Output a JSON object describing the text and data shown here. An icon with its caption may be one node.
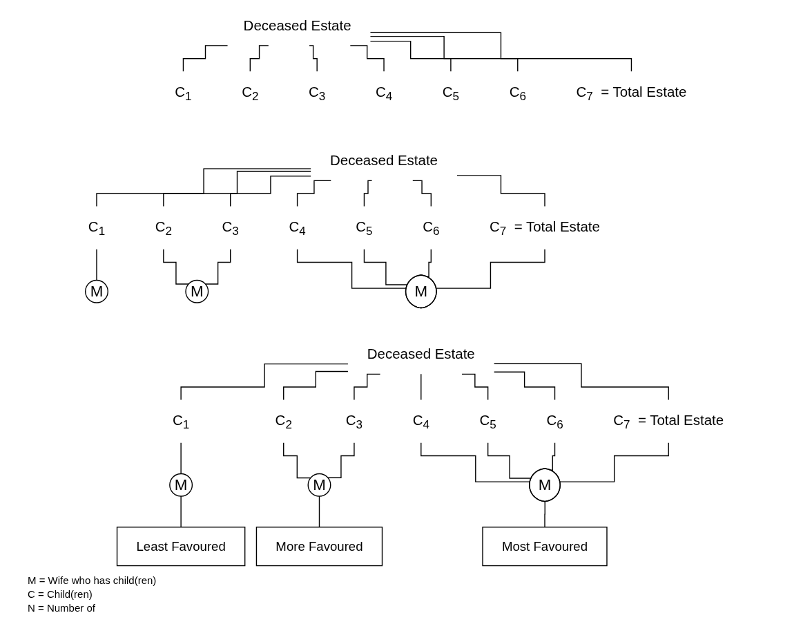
{
  "diagram": {
    "nodes": [
      {
        "text": [
          "Deceased Estate"
        ]
      },
      {
        "text": [
          "C$_{1}$"
        ]
      },
      {
        "text": [
          "C$_{2}$"
        ]
      },
      {
        "text": [
          "C$_{3}$"
        ]
      },
      {
        "text": [
          "C$_{4}$"
        ]
      },
      {
        "text": [
          "C$_{5}$"
        ]
      },
      {
        "text": [
          "C$_{6}$"
        ]
      },
      {
        "text": [
          "C$_{7}$"
        ],
        "beside": [
          "= Total Estate"
        ]
      },
      {
        "text": [
          "Deceased Estate"
        ]
      },
      {
        "text": [
          "C$_{1}$"
        ]
      },
      {
        "text": [
          "C$_{2}$"
        ]
      },
      {
        "text": [
          "C$_{3}$"
        ]
      },
      {
        "text": [
          "C$_{4}$"
        ]
      },
      {
        "text": [
          "C$_{5}$"
        ]
      },
      {
        "text": [
          "C$_{6}$"
        ]
      },
      {
        "text": [
          "C$_{7}$"
        ],
        "beside": [
          "= Total Estate"
        ]
      },
      {
        "text": [
          "M"
        ]
      },
      {
        "text": [
          "M"
        ]
      },
      {
        "text": [
          "M"
        ]
      },
      {
        "text": [
          "Deceased Estate"
        ]
      },
      {
        "text": [
          "C$_{1}$"
        ]
      },
      {
        "text": [
          "C$_{2}$"
        ]
      },
      {
        "text": [
          "C$_{3}$"
        ]
      },
      {
        "text": [
          "C$_{4}$"
        ]
      },
      {
        "text": [
          "C$_{5}$"
        ]
      },
      {
        "text": [
          "C$_{6}$"
        ]
      },
      {
        "text": [
          "C$_{7}$"
        ],
        "beside": [
          "= Total Estate"
        ]
      },
      {
        "text": [
          "M"
        ]
      },
      {
        "text": [
          "M"
        ]
      },
      {
        "text": [
          "M"
        ]
      },
      {
        "text": [
          "Least Favoured"
        ]
      },
      {
        "text": [
          "More Favoured"
        ]
      },
      {
        "text": [
          "Most Favoured"
        ]
      }
    ],
    "edges": [
      {
        "from": 0,
        "to": 1,
        "arrow": "none"
      },
      {
        "from": 0,
        "to": 2,
        "arrow": "none"
      },
      {
        "from": 0,
        "to": 3,
        "arrow": "none"
      },
      {
        "from": 0,
        "to": 4,
        "arrow": "none"
      },
      {
        "from": 0,
        "to": 5,
        "arrow": "none"
      },
      {
        "from": 0,
        "to": 6,
        "arrow": "none"
      },
      {
        "from": 0,
        "to": 7,
        "arrow": "none"
      },
      {
        "from": 8,
        "to": 9,
        "arrow": "none"
      },
      {
        "from": 8,
        "to": 10,
        "arrow": "none"
      },
      {
        "from": 8,
        "to": 11,
        "arrow": "none"
      },
      {
        "from": 8,
        "to": 12,
        "arrow": "none"
      },
      {
        "from": 8,
        "to": 13,
        "arrow": "none"
      },
      {
        "from": 8,
        "to": 14,
        "arrow": "none"
      },
      {
        "from": 8,
        "to": 15,
        "arrow": "none"
      },
      {
        "from": 9,
        "to": 16,
        "arrow": "none"
      },
      {
        "from": 10,
        "to": 17,
        "arrow": "none"
      },
      {
        "from": 11,
        "to": 17,
        "arrow": "none"
      },
      {
        "from": 12,
        "to": 18,
        "arrow": "none"
      },
      {
        "from": 13,
        "to": 18,
        "arrow": "none"
      },
      {
        "from": 14,
        "to": 18,
        "arrow": "none"
      },
      {
        "from": 15,
        "to": 18,
        "arrow": "none"
      },
      {
        "from": 19,
        "to": 20,
        "arrow": "none"
      },
      {
        "from": 19,
        "to": 21,
        "arrow": "none"
      },
      {
        "from": 19,
        "to": 22,
        "arrow": "none"
      },
      {
        "from": 19,
        "to": 23,
        "arrow": "none"
      },
      {
        "from": 19,
        "to": 24,
        "arrow": "none"
      },
      {
        "from": 19,
        "to": 25,
        "arrow": "none"
      },
      {
        "from": 19,
        "to": 26,
        "arrow": "none"
      },
      {
        "from": 20,
        "to": 27,
        "arrow": "none"
      },
      {
        "from": 21,
        "to": 28,
        "arrow": "none"
      },
      {
        "from": 22,
        "to": 28,
        "arrow": "none"
      },
      {
        "from": 23,
        "to": 29,
        "arrow": "none"
      },
      {
        "from": 24,
        "to": 29,
        "arrow": "none"
      },
      {
        "from": 25,
        "to": 29,
        "arrow": "none"
      },
      {
        "from": 26,
        "to": 29,
        "arrow": "none"
      },
      {
        "from": 27,
        "to": 30,
        "arrow": "none"
      },
      {
        "from": 28,
        "to": 31,
        "arrow": "none"
      },
      {
        "from": 29,
        "to": 32,
        "arrow": "none"
      }
    ],
    "labels": [
      "M = Wife who has child(ren)",
      "C = Child(ren)",
      "N = Number of"
    ]
  }
}
